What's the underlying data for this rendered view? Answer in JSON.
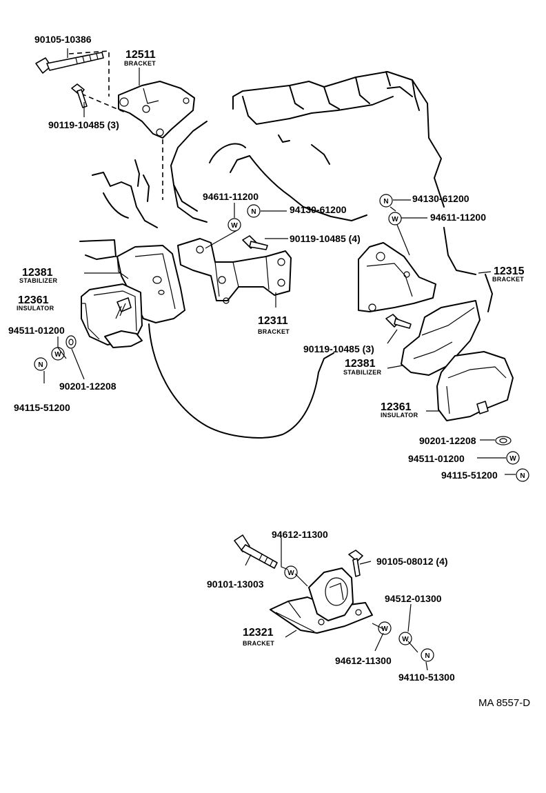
{
  "labels": {
    "bolt_top": "90105-10386",
    "bracket_top_num": "12511",
    "bracket_top_name": "BRACKET",
    "bolt_top_small": "90119-10485 (3)",
    "washer_center": "94611-11200",
    "nut_center": "94130-61200",
    "nut_right_top": "94130-61200",
    "washer_right_top": "94611-11200",
    "bolt_center_4": "90119-10485 (4)",
    "stabilizer_left_num": "12381",
    "stabilizer_left_name": "STABILIZER",
    "insulator_left_num": "12361",
    "insulator_left_name": "INSULATOR",
    "washer_left": "94511-01200",
    "spacer_left": "90201-12208",
    "nut_left": "94115-51200",
    "bracket_center_num": "12311",
    "bracket_center_name": "BRACKET",
    "bracket_right_num": "12315",
    "bracket_right_name": "BRACKET",
    "bolt_right_3": "90119-10485 (3)",
    "stabilizer_right_num": "12381",
    "stabilizer_right_name": "STABILIZER",
    "insulator_right_num": "12361",
    "insulator_right_name": "INSULATOR",
    "spacer_right": "90201-12208",
    "washer_right": "94511-01200",
    "nut_right": "94115-51200",
    "washer_lower_top": "94612-11300",
    "bolt_lower_4": "90105-08012 (4)",
    "bolt_lower_long": "90101-13003",
    "washer_lower_right": "94512-01300",
    "bracket_lower_num": "12321",
    "bracket_lower_name": "BRACKET",
    "washer_lower_bottom": "94612-11300",
    "nut_lower": "94110-51300",
    "reference": "MA 8557-D"
  },
  "symbols": {
    "nut": "N",
    "washer": "W"
  }
}
